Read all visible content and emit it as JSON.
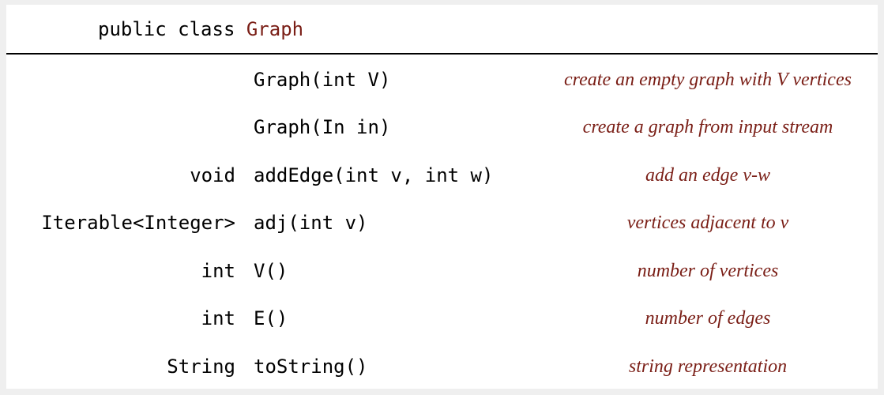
{
  "header": {
    "prefix": "public class ",
    "class_name": "Graph"
  },
  "rows": [
    {
      "return_type": "",
      "signature": "Graph(int V)",
      "description": "create an empty graph with V vertices"
    },
    {
      "return_type": "",
      "signature": "Graph(In in)",
      "description": "create a graph from input stream"
    },
    {
      "return_type": "void",
      "signature": "addEdge(int v, int w)",
      "description": "add an edge v-w"
    },
    {
      "return_type": "Iterable<Integer>",
      "signature": "adj(int v)",
      "description": "vertices adjacent to v"
    },
    {
      "return_type": "int",
      "signature": "V()",
      "description": "number of vertices"
    },
    {
      "return_type": "int",
      "signature": "E()",
      "description": "number of edges"
    },
    {
      "return_type": "String",
      "signature": "toString()",
      "description": "string representation"
    }
  ],
  "colors": {
    "accent": "#7a1e16",
    "background": "#efefef",
    "card": "#ffffff"
  }
}
